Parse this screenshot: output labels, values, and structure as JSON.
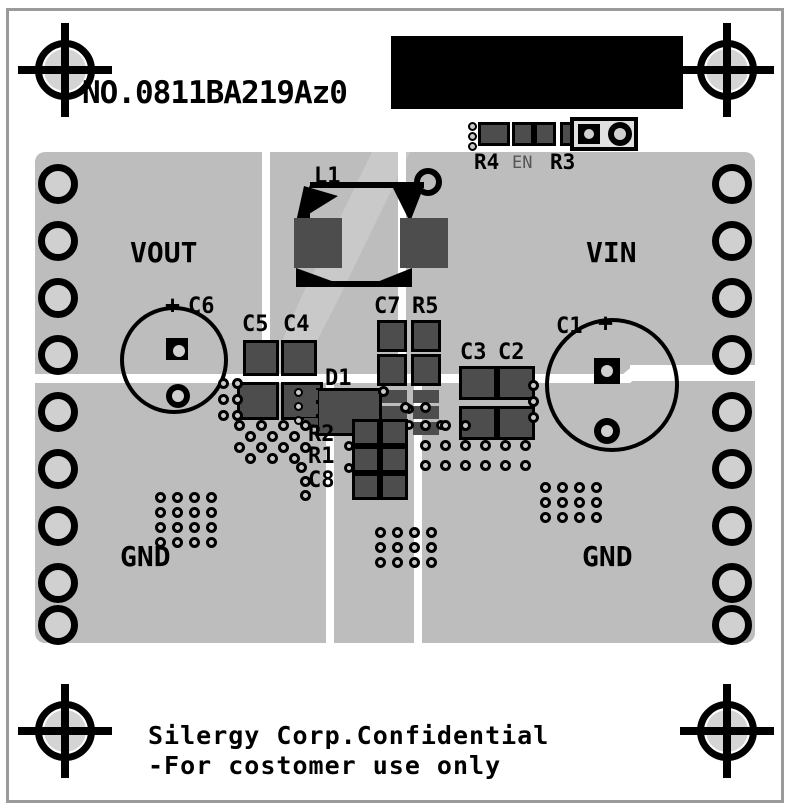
{
  "document": {
    "kind": "pcb-assembly-drawing",
    "board_number": "NO.0811BA219Az0",
    "footer_line1": "Silergy Corp.Confidential",
    "footer_line2": "-For costomer use only"
  },
  "colors": {
    "background": "#ffffff",
    "frame": "#9a9a9a",
    "substrate": "#c9c9c9",
    "copper_pour": "#bdbdbd",
    "pad_fill": "#4d4d4d",
    "silkscreen": "#000000",
    "hole_center": "#d0d0d0",
    "redaction": "#000000"
  },
  "nets": {
    "vout_label": "VOUT",
    "vin_label": "VIN",
    "gnd_left_label": "GND",
    "gnd_right_label": "GND",
    "enable_label": "EN"
  },
  "designators": {
    "l1": "L1",
    "c1": "C1",
    "c2": "C2",
    "c3": "C3",
    "c4": "C4",
    "c5": "C5",
    "c6": "C6",
    "c7": "C7",
    "c8": "C8",
    "d1": "D1",
    "r1": "R1",
    "r2": "R2",
    "r3": "R3",
    "r4": "R4",
    "r5": "R5"
  },
  "polarity": {
    "c1_plus": "+",
    "c6_plus": "+"
  },
  "components": [
    {
      "ref": "L1",
      "type": "inductor",
      "label": "L1"
    },
    {
      "ref": "C1",
      "type": "electrolytic-cap",
      "label": "C1",
      "polarity": "+"
    },
    {
      "ref": "C6",
      "type": "electrolytic-cap",
      "label": "C6",
      "polarity": "+"
    },
    {
      "ref": "C2",
      "type": "smd-capacitor",
      "label": "C2"
    },
    {
      "ref": "C3",
      "type": "smd-capacitor",
      "label": "C3"
    },
    {
      "ref": "C4",
      "type": "smd-capacitor",
      "label": "C4"
    },
    {
      "ref": "C5",
      "type": "smd-capacitor",
      "label": "C5"
    },
    {
      "ref": "C7",
      "type": "smd-capacitor",
      "label": "C7"
    },
    {
      "ref": "C8",
      "type": "smd-capacitor",
      "label": "C8"
    },
    {
      "ref": "D1",
      "type": "ic",
      "label": "D1"
    },
    {
      "ref": "R1",
      "type": "smd-resistor",
      "label": "R1"
    },
    {
      "ref": "R2",
      "type": "smd-resistor",
      "label": "R2"
    },
    {
      "ref": "R3",
      "type": "smd-resistor",
      "label": "R3"
    },
    {
      "ref": "R4",
      "type": "smd-resistor",
      "label": "R4"
    },
    {
      "ref": "R5",
      "type": "smd-resistor",
      "label": "R5"
    }
  ],
  "fiducials": [
    {
      "position": "top-left"
    },
    {
      "position": "top-right"
    },
    {
      "position": "bottom-left"
    },
    {
      "position": "bottom-right"
    }
  ],
  "mounting_pads": {
    "left_count": 9,
    "right_count": 9
  },
  "header": {
    "name": "EN",
    "pin_count": 2
  }
}
